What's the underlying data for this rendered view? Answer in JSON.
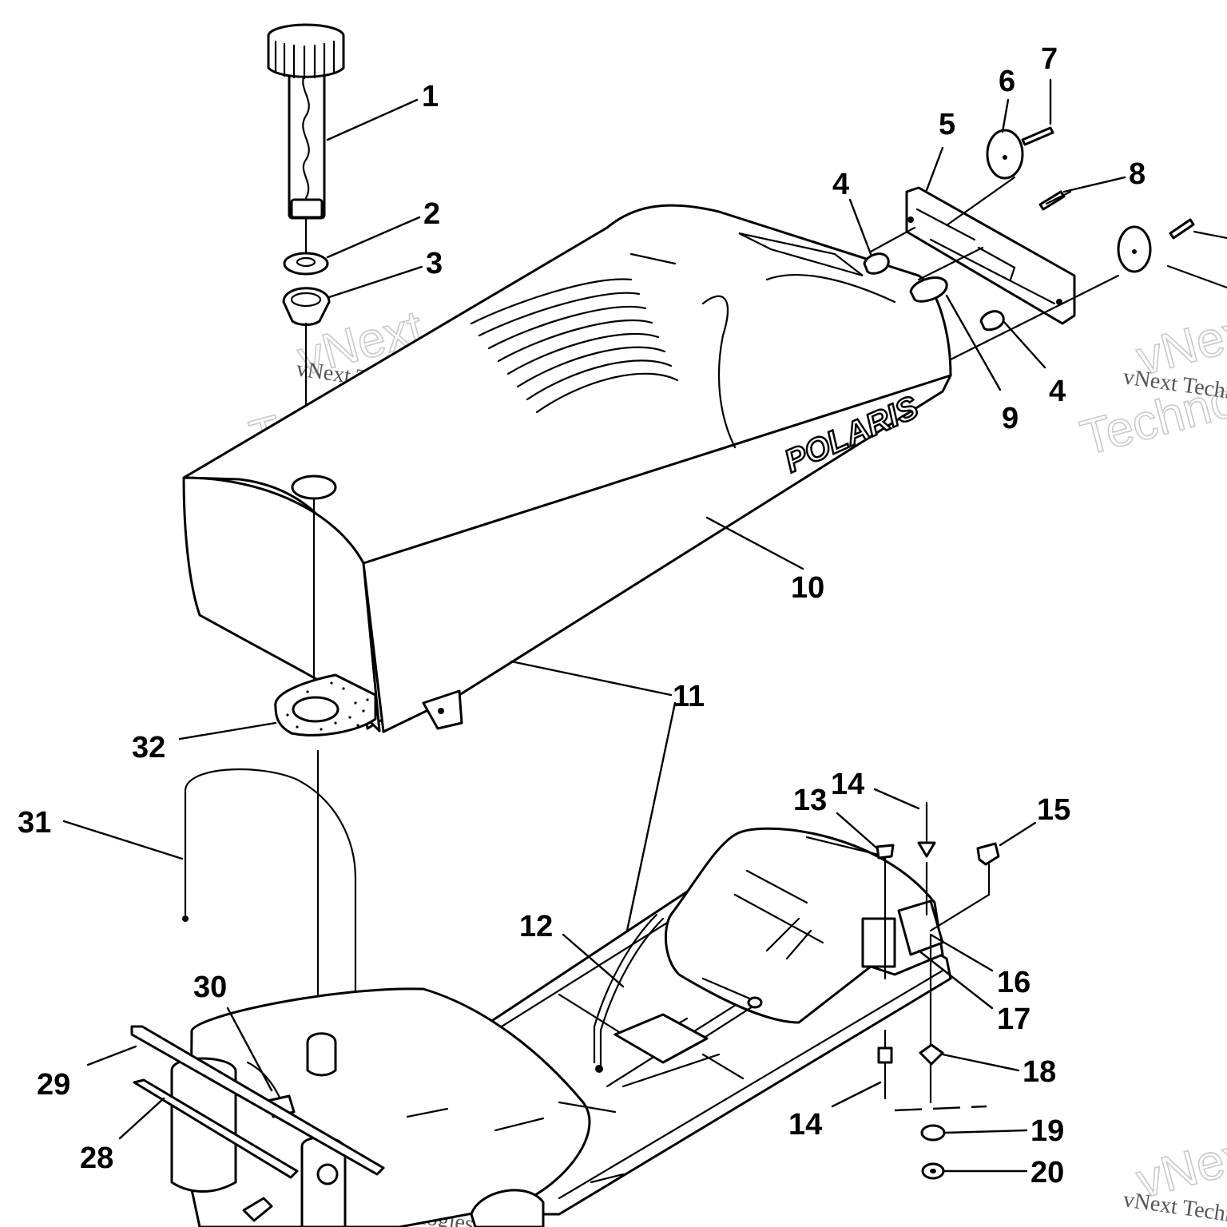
{
  "brand_text": "POLARIS",
  "watermark": {
    "line_small": "vNext Technologies",
    "line_word1": "vNext",
    "line_word2": "Technologies"
  },
  "callouts": [
    {
      "id": "c1",
      "label": "1"
    },
    {
      "id": "c2",
      "label": "2"
    },
    {
      "id": "c3",
      "label": "3"
    },
    {
      "id": "c4a",
      "label": "4"
    },
    {
      "id": "c4b",
      "label": "4"
    },
    {
      "id": "c5",
      "label": "5"
    },
    {
      "id": "c6",
      "label": "6"
    },
    {
      "id": "c7",
      "label": "7"
    },
    {
      "id": "c8",
      "label": "8"
    },
    {
      "id": "c9",
      "label": "9"
    },
    {
      "id": "c10",
      "label": "10"
    },
    {
      "id": "c11",
      "label": "11"
    },
    {
      "id": "c12",
      "label": "12"
    },
    {
      "id": "c13",
      "label": "13"
    },
    {
      "id": "c14a",
      "label": "14"
    },
    {
      "id": "c14b",
      "label": "14"
    },
    {
      "id": "c15",
      "label": "15"
    },
    {
      "id": "c16",
      "label": "16"
    },
    {
      "id": "c17",
      "label": "17"
    },
    {
      "id": "c18",
      "label": "18"
    },
    {
      "id": "c19",
      "label": "19"
    },
    {
      "id": "c20",
      "label": "20"
    },
    {
      "id": "c28",
      "label": "28"
    },
    {
      "id": "c29",
      "label": "29"
    },
    {
      "id": "c30",
      "label": "30"
    },
    {
      "id": "c31",
      "label": "31"
    },
    {
      "id": "c32",
      "label": "32"
    }
  ]
}
